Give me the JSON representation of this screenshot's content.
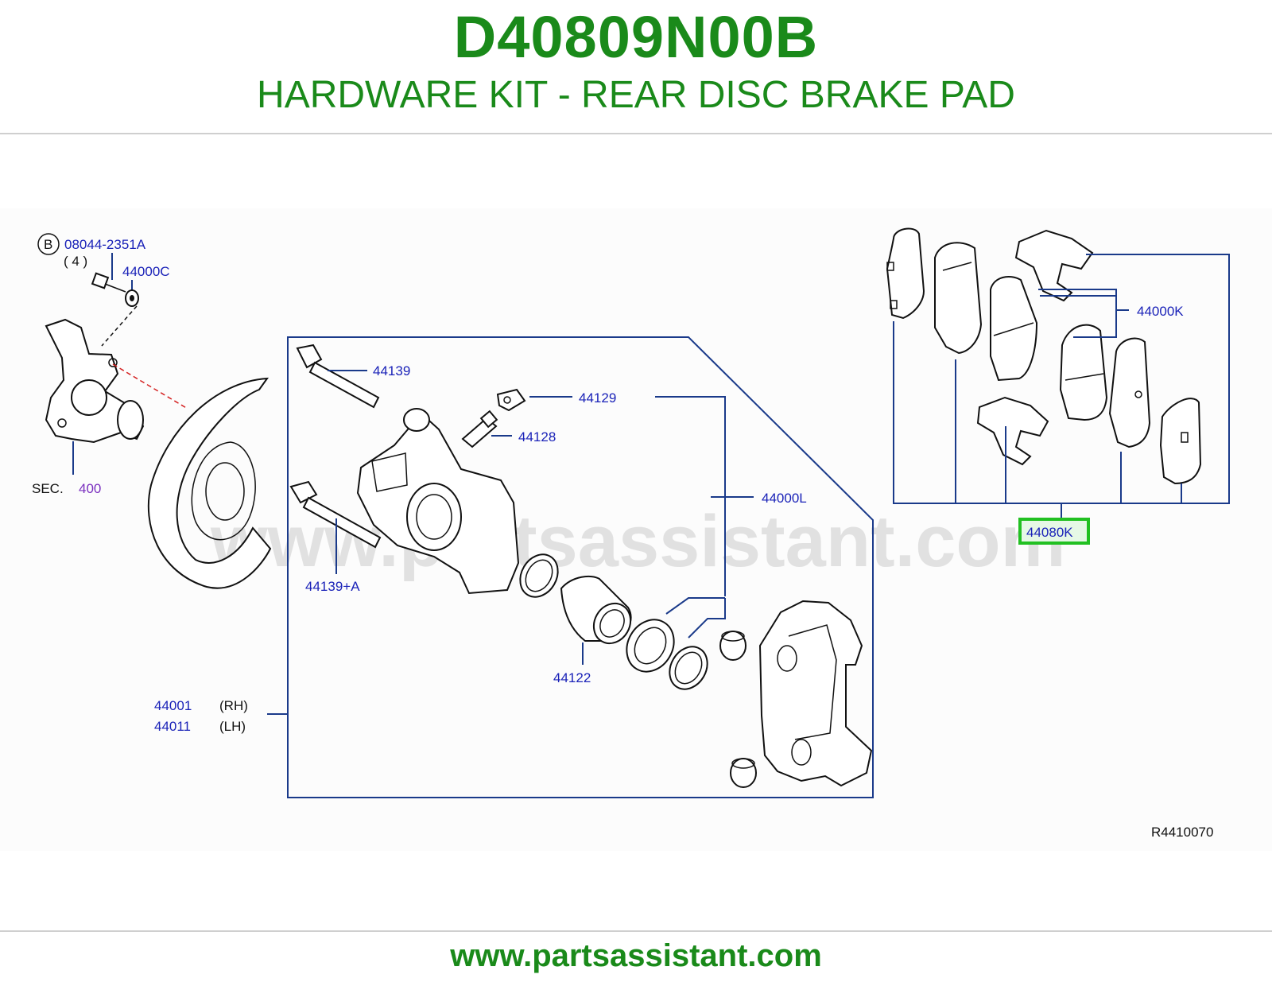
{
  "header": {
    "part_number": "D40809N00B",
    "title": "HARDWARE KIT - REAR DISC BRAKE PAD"
  },
  "diagram": {
    "labels": {
      "bolt_code": "08044-2351A",
      "bolt_qty": "( 4 )",
      "washer": "44000C",
      "sec_prefix": "SEC.",
      "sec_number": "400",
      "pin_bolt": "44139",
      "bleeder_cap": "44129",
      "bleeder_screw": "44128",
      "caliper_assy": "44000L",
      "pin_bolt_a": "44139+A",
      "piston": "44122",
      "rh_code": "44001",
      "rh_side": "(RH)",
      "lh_code": "44011",
      "lh_side": "(LH)",
      "pad_kit": "44000K",
      "hardware_kit": "44080K",
      "figure_code": "R4410070"
    },
    "callout_b": "B",
    "watermark": "www.partsassistant.com",
    "highlight_color": "#22c022"
  },
  "footer": {
    "url": "www.partsassistant.com"
  },
  "colors": {
    "brand_green": "#1a8a1a",
    "label_blue": "#1a22b8",
    "leader_line": "#1a3a8a"
  }
}
